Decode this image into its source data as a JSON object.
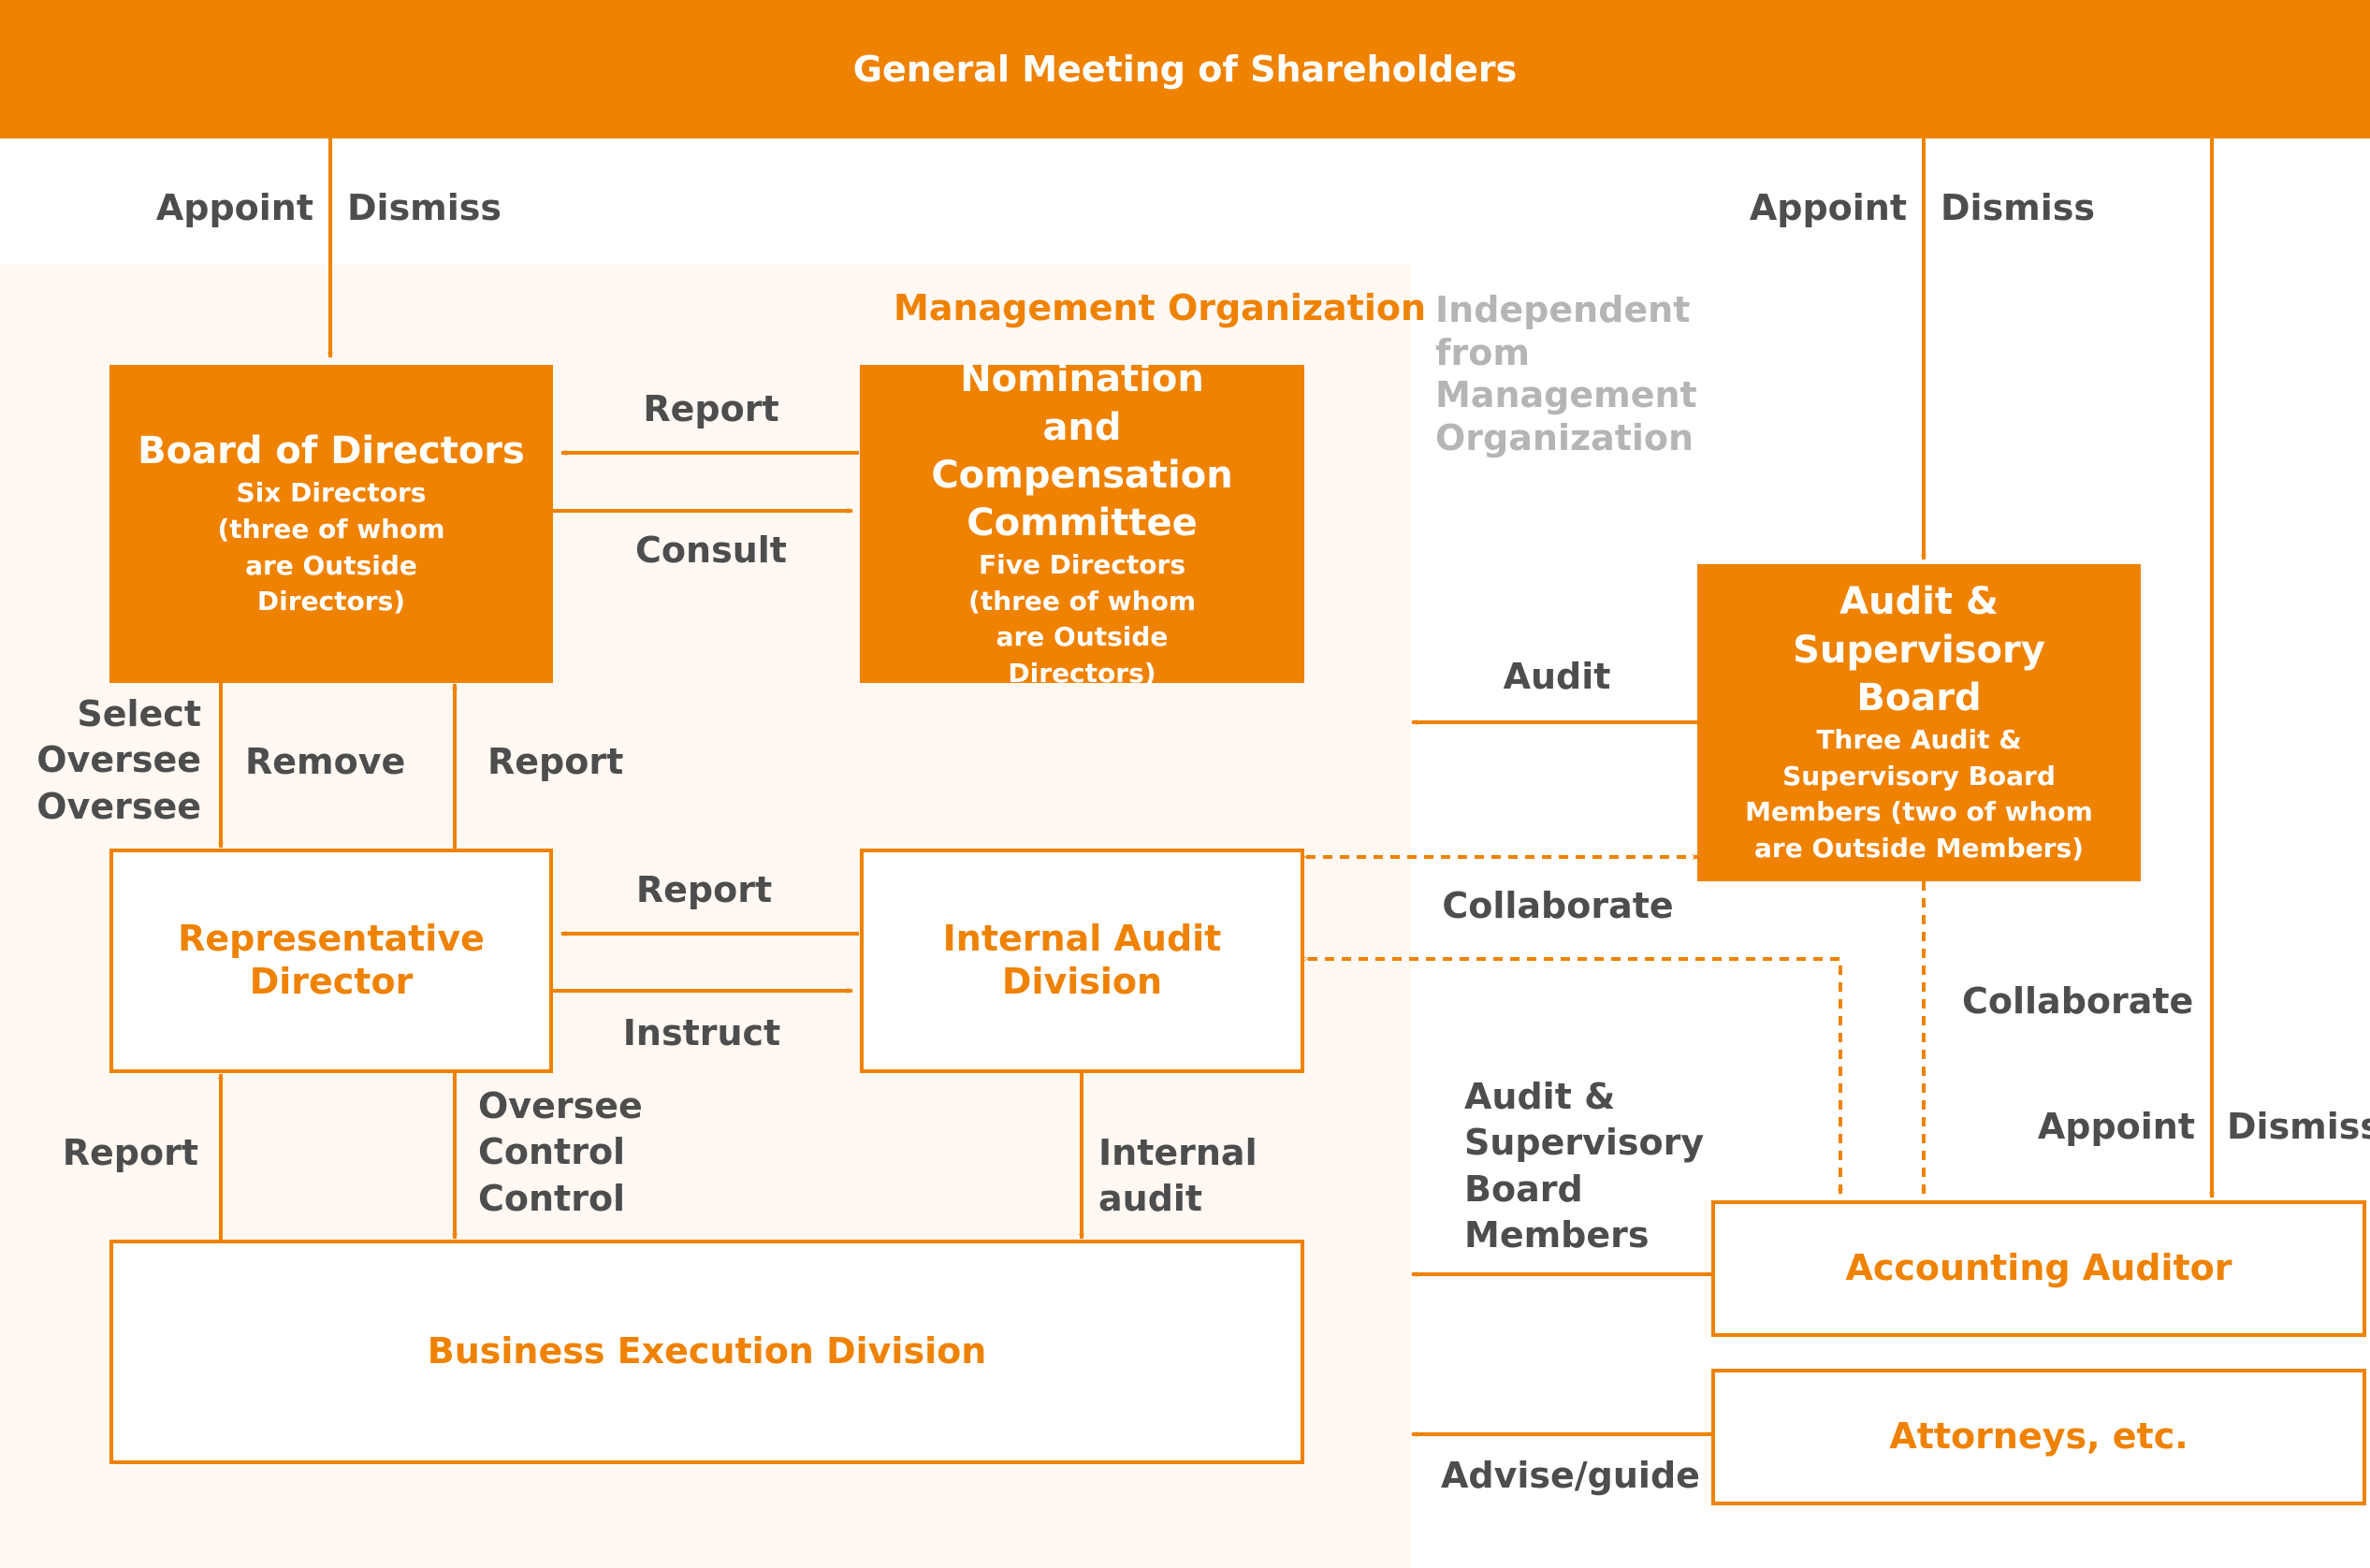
{
  "colors": {
    "accent": "#ef8200",
    "label": "#4d4d4d",
    "muted": "#b5b5b5",
    "area": "#fff8f3"
  },
  "shareholders": "General Meeting of Shareholders",
  "regions": {
    "management": "Management Organization",
    "independent": "Independent from Management Organization"
  },
  "boxes": {
    "board": {
      "title": "Board of Directors",
      "sub": "Six Directors (three of whom are Outside Directors)"
    },
    "nomination": {
      "title": "Nomination and Compensation Committee",
      "sub": "Five Directors (three of whom are Outside Directors)"
    },
    "audit_board": {
      "title": "Audit & Supervisory Board",
      "sub": "Three Audit & Supervisory Board Members (two of whom are Outside Members)"
    },
    "rep_director": {
      "title": "Representative Director"
    },
    "internal_audit": {
      "title": "Internal Audit Division"
    },
    "business": {
      "title": "Business Execution Division"
    },
    "accounting": {
      "title": "Accounting Auditor"
    },
    "attorneys": {
      "title": "Attorneys, etc."
    }
  },
  "labels": {
    "appoint_left": "Appoint",
    "dismiss_left": "Dismiss",
    "appoint_right": "Appoint",
    "dismiss_right": "Dismiss",
    "report_nom": "Report",
    "consult": "Consult",
    "select_oversee": "Select Oversee Oversee",
    "remove": "Remove",
    "report_rep_board": "Report",
    "audit": "Audit",
    "report_ia": "Report",
    "instruct": "Instruct",
    "collaborate_ia": "Collaborate",
    "collaborate_acc": "Collaborate",
    "report_biz": "Report",
    "oversee_control": "Oversee Control Control",
    "internal_audit": "Internal audit",
    "audit_members": "Audit & Supervisory Board Members",
    "appoint_acc": "Appoint",
    "dismiss_acc": "Dismiss",
    "advise": "Advise/guide"
  }
}
